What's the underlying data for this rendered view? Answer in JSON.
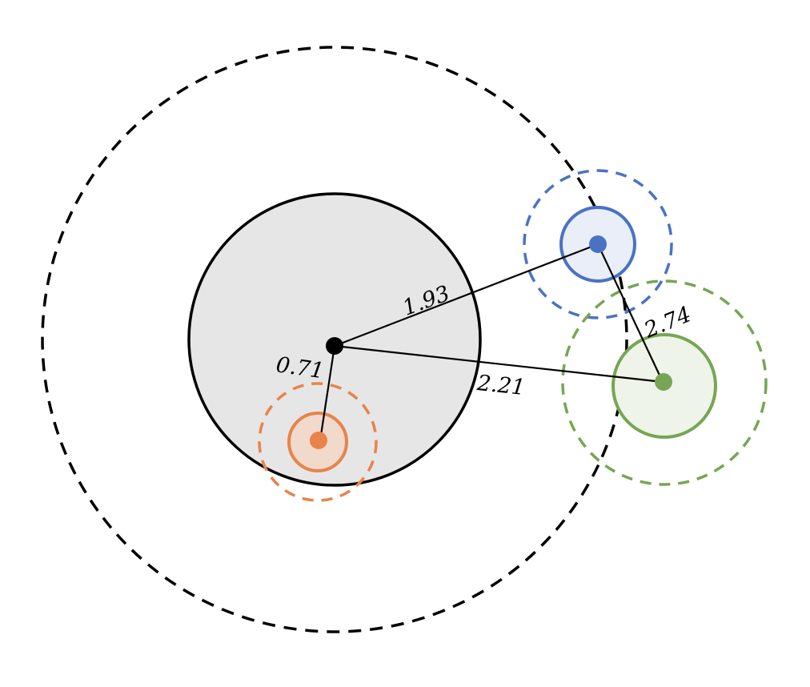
{
  "diagram": {
    "colors": {
      "center": "#000000",
      "center_fill": "#e6e6e6",
      "orange": "#e8834a",
      "orange_fill": "#f1d9cc",
      "blue": "#4a72c4",
      "blue_fill": "#e9eef8",
      "green": "#76a653",
      "green_fill": "#eef4e9"
    },
    "distances": {
      "orange": "0.71",
      "blue": "1.93",
      "green": "2.21",
      "blue_green": "2.74"
    }
  }
}
